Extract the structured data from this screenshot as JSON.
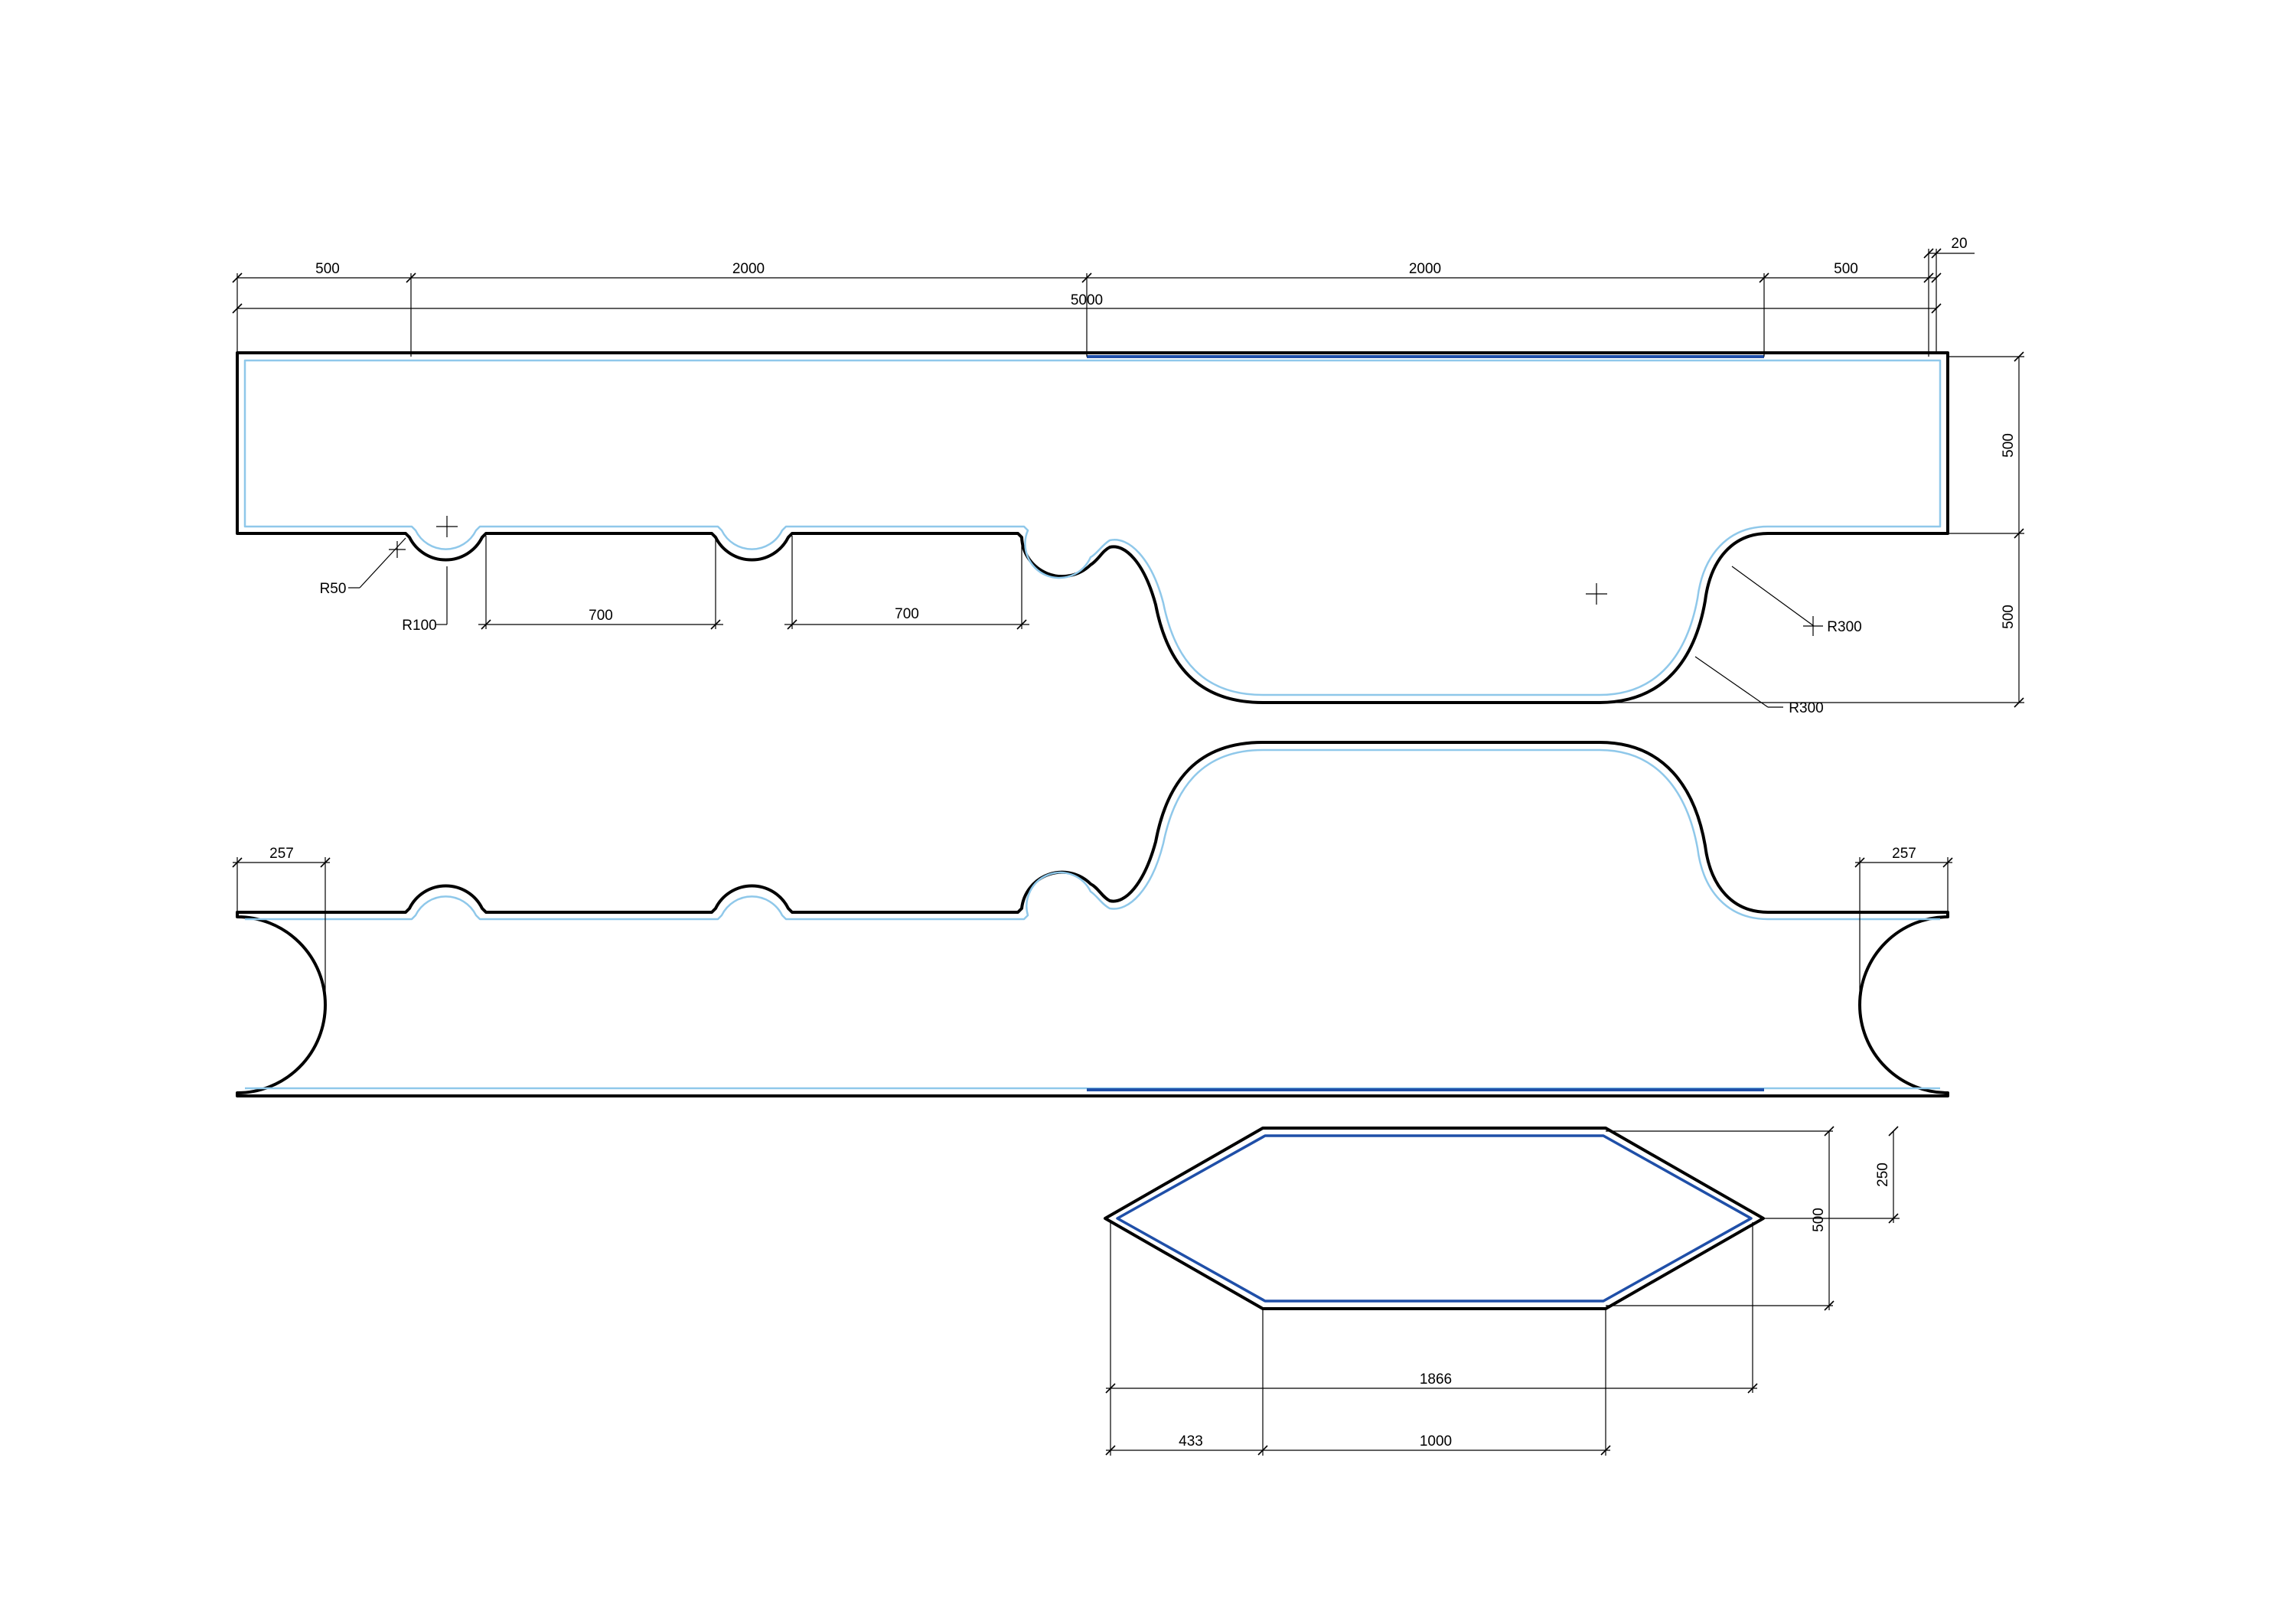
{
  "colors": {
    "outline": "#000000",
    "offset_light": "#8fc8ea",
    "offset_dark": "#1f4fa8",
    "background": "#ffffff"
  },
  "dimensions": {
    "top_500_left": "500",
    "top_2000_left": "2000",
    "top_2000_right": "2000",
    "top_500_right": "500",
    "top_20": "20",
    "overall_5000": "5000",
    "right_500_upper": "500",
    "right_500_lower": "500",
    "radius_r50": "R50",
    "radius_r100": "R100",
    "notch_700_left": "700",
    "notch_700_right": "700",
    "radius_r300_upper": "R300",
    "radius_r300_lower": "R300",
    "end_257_left": "257",
    "end_257_right": "257",
    "hex_250": "250",
    "hex_500": "500",
    "hex_1866": "1866",
    "hex_433": "433",
    "hex_1000": "1000"
  }
}
